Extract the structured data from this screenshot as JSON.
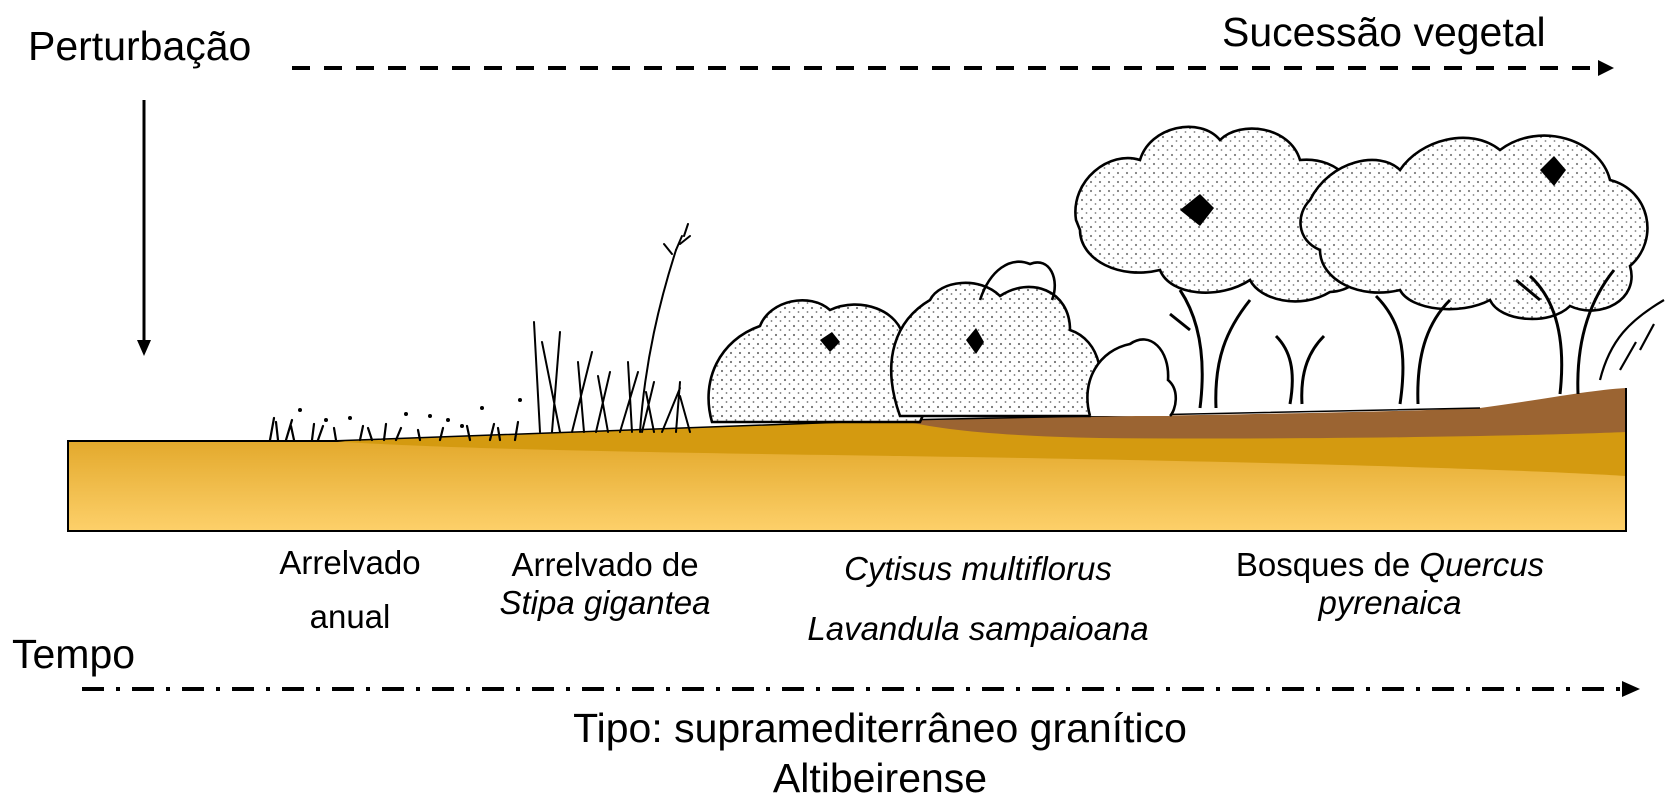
{
  "labels": {
    "perturbation": "Perturbação",
    "succession": "Sucessão vegetal",
    "time": "Tempo",
    "type_line1": "Tipo:  supramediterrâneo granítico",
    "type_line2": "Altibeirense"
  },
  "stages": [
    {
      "line1": "Arrelvado",
      "line2": "anual"
    },
    {
      "line1": "Arrelvado de",
      "line2": "Stipa gigantea"
    },
    {
      "line1": "Cytisus multiflorus",
      "line2": "Lavandula sampaioana"
    },
    {
      "line1_prefix": "Bosques de ",
      "line1_italic": "Quercus",
      "line2": "pyrenaica"
    }
  ],
  "colors": {
    "soil_light": "#fdd06a",
    "soil_mid": "#d49a10",
    "soil_dark": "#9b6432",
    "ink": "#000000"
  }
}
